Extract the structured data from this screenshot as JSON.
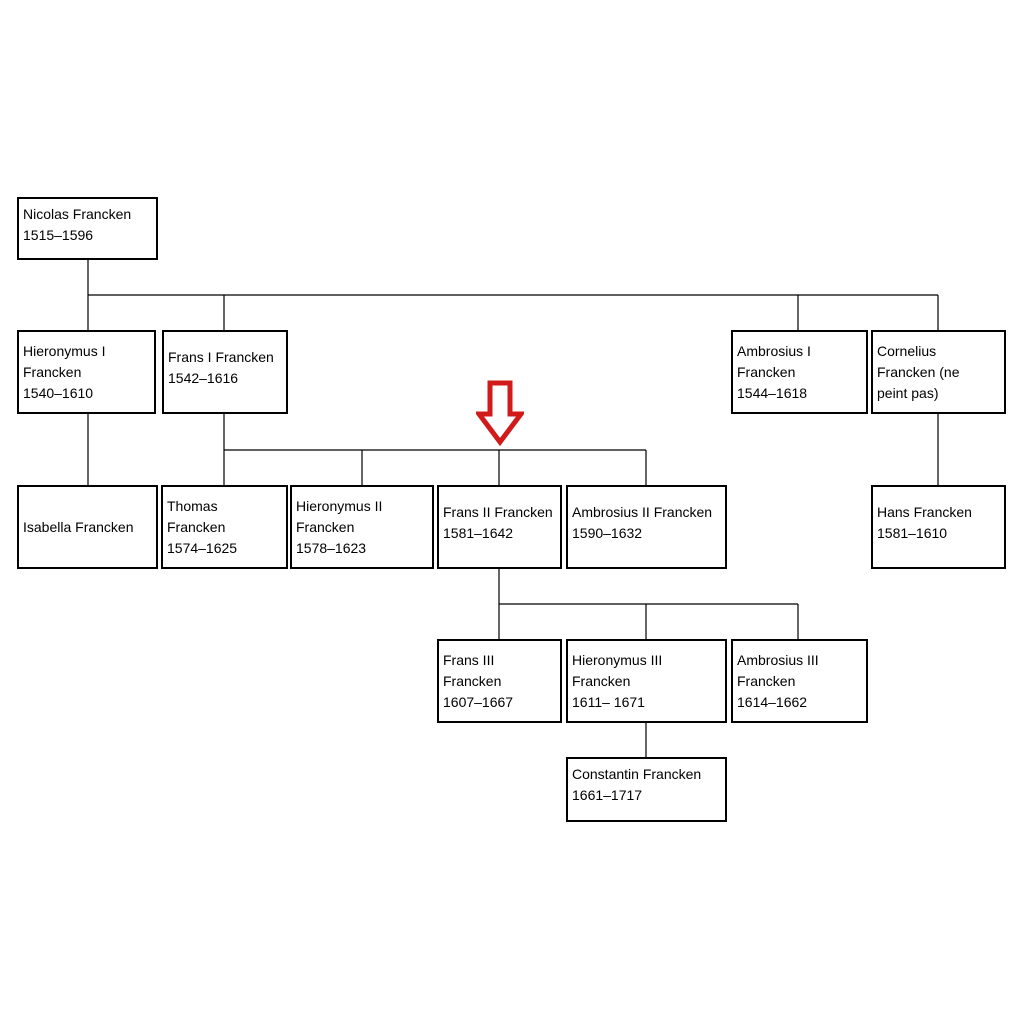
{
  "colors": {
    "line": "#000000",
    "box_border": "#000000",
    "arrow": "#d11a1a"
  },
  "icons": {
    "arrow": "down-arrow-icon"
  },
  "people": {
    "nicolas": {
      "l1": "Nicolas Francken",
      "l2": "1515–1596"
    },
    "hieronymus_i": {
      "l1": "Hieronymus I",
      "l2": "Francken",
      "l3": "1540–1610"
    },
    "frans_i": {
      "l1": "Frans I Francken",
      "l2": "1542–1616"
    },
    "ambrosius_i": {
      "l1": "Ambrosius I",
      "l2": "Francken",
      "l3": "1544–1618"
    },
    "cornelius": {
      "l1": "Cornelius",
      "l2": "Francken (ne",
      "l3": "peint pas)"
    },
    "isabella": {
      "l1": "Isabella Francken"
    },
    "thomas": {
      "l1": "Thomas",
      "l2": "Francken",
      "l3": "1574–1625"
    },
    "hieronymus_ii": {
      "l1": "Hieronymus II",
      "l2": "Francken",
      "l3": "1578–1623"
    },
    "frans_ii": {
      "l1": "Frans II Francken",
      "l2": "1581–1642"
    },
    "ambrosius_ii": {
      "l1": "Ambrosius II Francken",
      "l2": "1590–1632"
    },
    "hans": {
      "l1": "Hans Francken",
      "l2": "1581–1610"
    },
    "frans_iii": {
      "l1": "Frans III",
      "l2": "Francken",
      "l3": "1607–1667"
    },
    "hieronymus_iii": {
      "l1": "Hieronymus III",
      "l2": "Francken",
      "l3": "1611– 1671"
    },
    "ambrosius_iii": {
      "l1": "Ambrosius III",
      "l2": "Francken",
      "l3": "1614–1662"
    },
    "constantin": {
      "l1": "Constantin Francken",
      "l2": "1661–1717"
    }
  }
}
